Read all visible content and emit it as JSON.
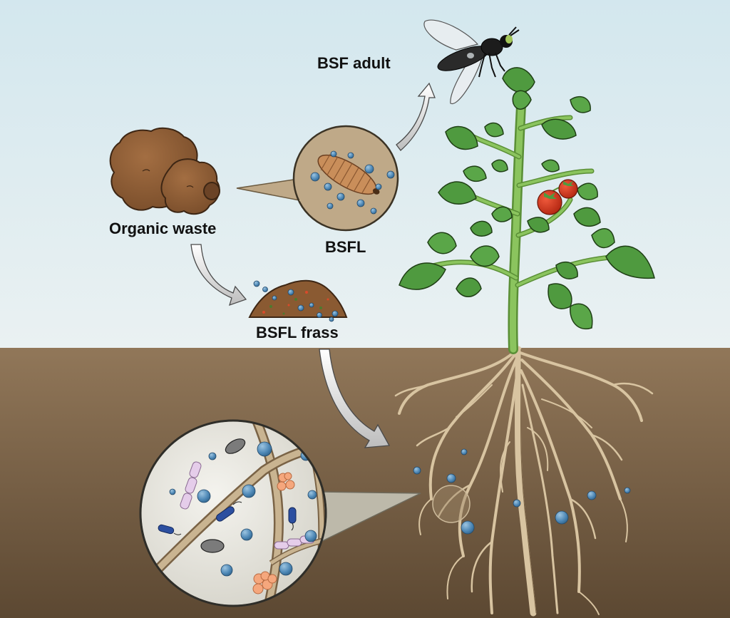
{
  "labels": {
    "bsf_adult": "BSF adult",
    "organic_waste": "Organic waste",
    "bsfl": "BSFL",
    "bsfl_frass": "BSFL frass"
  },
  "colors": {
    "sky_top": "#d4e8ef",
    "sky_bottom": "#e9f1f2",
    "soil_top": "#8f7556",
    "soil_bottom": "#5e4a33",
    "waste_brown": "#8d5d36",
    "leaf_green": "#4f9a3f",
    "stem_green": "#7fbe55",
    "tomato_red": "#d8381f",
    "root_tan": "#d7c3a0",
    "nutrient_blue": "#4e88b6",
    "arrow_gray": "#d9d9d9"
  }
}
